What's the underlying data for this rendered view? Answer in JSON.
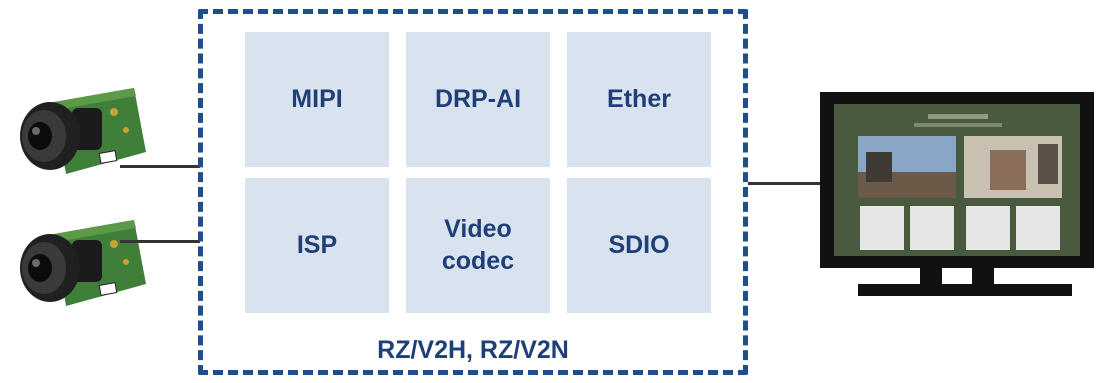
{
  "soc": {
    "blocks": [
      "MIPI",
      "DRP-AI",
      "Ether",
      "ISP",
      "Video\ncodec",
      "SDIO"
    ],
    "label": "RZ/V2H, RZ/V2N"
  },
  "colors": {
    "frame": "#1f4e8c",
    "block_fill": "#d9e3ef",
    "text": "#1f3f78",
    "wire": "#333333",
    "pcb": "#3f7f3a"
  },
  "icons": [
    "camera-icon",
    "camera-icon",
    "monitor-icon"
  ]
}
